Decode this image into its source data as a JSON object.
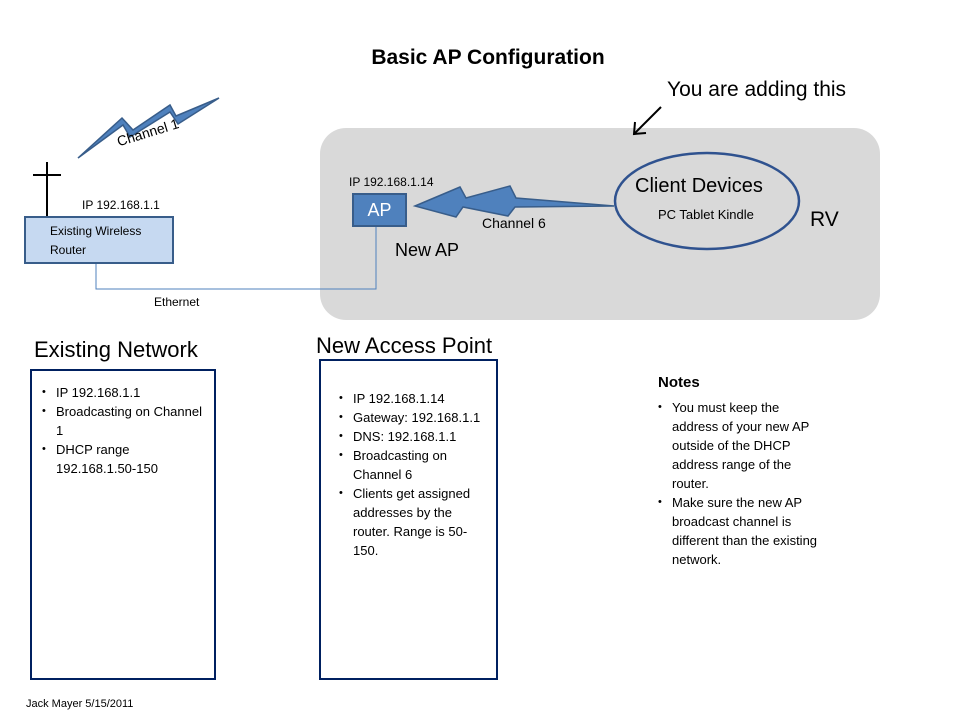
{
  "title": "Basic AP Configuration",
  "callout": "You are adding this",
  "channel1_label": "Channel 1",
  "router": {
    "ip": "IP 192.168.1.1",
    "label_line1": "Existing Wireless",
    "label_line2": "Router"
  },
  "ethernet_label": "Ethernet",
  "ap": {
    "ip": "IP 192.168.1.14",
    "box_label": "AP",
    "caption": "New AP"
  },
  "channel6_label": "Channel 6",
  "client": {
    "title": "Client Devices",
    "devices": "PC Tablet Kindle"
  },
  "rv_label": "RV",
  "existing_network": {
    "heading": "Existing Network",
    "items": [
      "IP 192.168.1.1",
      "Broadcasting on Channel 1",
      " DHCP range 192.168.1.50-150"
    ]
  },
  "new_access_point": {
    "heading": "New Access Point",
    "items": [
      "IP 192.168.1.14",
      "Gateway: 192.168.1.1",
      "DNS: 192.168.1.1",
      "Broadcasting on Channel 6",
      "Clients get assigned addresses by the router. Range is 50-150."
    ]
  },
  "notes": {
    "heading": "Notes",
    "items": [
      "You must keep the address of your new AP outside of the DHCP address range of the router.",
      "Make sure the new AP broadcast channel is different than the existing network."
    ]
  },
  "footer": "Jack Mayer 5/15/2011",
  "colors": {
    "panel_gray": "#d9d9d9",
    "router_fill": "#c6d9f1",
    "ap_fill": "#4f81bd",
    "border_dark": "#385d8a",
    "bolt_fill": "#4f81bd",
    "ellipse_stroke": "#2f528f",
    "ethernet_line": "#4f81bd"
  }
}
